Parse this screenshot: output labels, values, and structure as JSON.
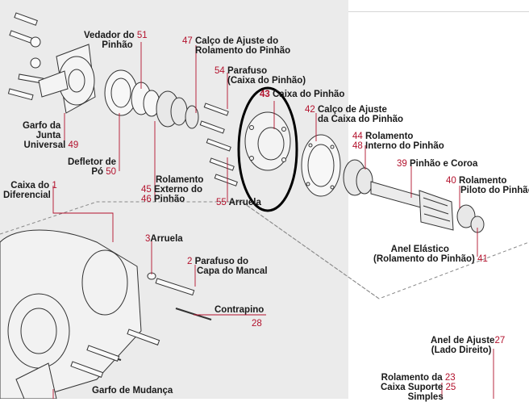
{
  "labels": {
    "vedador": {
      "line1": "Vedador do",
      "line2": "Pinhão",
      "num": "51"
    },
    "calco_rolamento": {
      "line1": "Calço de Ajuste do",
      "line2": "Rolamento do Pinhão",
      "num": "47"
    },
    "parafuso_caixa": {
      "line1": "Parafuso",
      "line2": "(Caixa do Pinhão)",
      "num": "54"
    },
    "caixa_pinhao": {
      "line1": "Caixa do Pinhão",
      "num": "43"
    },
    "calco_caixa": {
      "line1": "Calço de Ajuste",
      "line2": "da Caixa do Pinhão",
      "num": "42"
    },
    "rolamento_interno": {
      "line1": "Rolamento",
      "line2": "Interno do Pinhão",
      "num1": "44",
      "num2": "48"
    },
    "pinhao_coroa": {
      "line1": "Pinhão e Coroa",
      "num": "39"
    },
    "rolamento_piloto": {
      "line1": "Rolamento",
      "line2": "Piloto do Pinhão",
      "num": "40"
    },
    "garfo_junta": {
      "line1": "Garfo da",
      "line2": "Junta",
      "line3": "Universal",
      "num": "49"
    },
    "defletor": {
      "line1": "Defletor de",
      "line2": "Pó",
      "num": "50"
    },
    "rolamento_externo": {
      "line1": "Rolamento",
      "line2": "Externo do",
      "line3": "Pinhão",
      "num1": "45",
      "num2": "46"
    },
    "arruela_55": {
      "line1": "Arruela",
      "num": "55"
    },
    "caixa_diferencial": {
      "line1": "Caixa do",
      "line2": "Diferencial",
      "num": "1"
    },
    "arruela_3": {
      "line1": "Arruela",
      "num": "3"
    },
    "parafuso_capa": {
      "line1": "Parafuso do",
      "line2": "Capa do Mancal",
      "num": "2"
    },
    "contrapino": {
      "line1": "Contrapino",
      "num": "28"
    },
    "anel_elastico": {
      "line1": "Anel Elástico",
      "line2": "(Rolamento do Pinhão)",
      "num": "41"
    },
    "anel_ajuste": {
      "line1": "Anel de Ajuste",
      "line2": "(Lado Direito)",
      "num": "27"
    },
    "rolamento_caixa": {
      "line1": "Rolamento da",
      "line2": "Caixa Suporte",
      "line3": "Simples",
      "num1": "23",
      "num2": "25"
    },
    "garfo_mudanca": {
      "line1": "Garfo de Mudança"
    }
  },
  "colors": {
    "part_number": "#b3122d",
    "label_text": "#1a1a1a",
    "background_band": "#ebebeb",
    "highlight_circle": "#000000"
  }
}
